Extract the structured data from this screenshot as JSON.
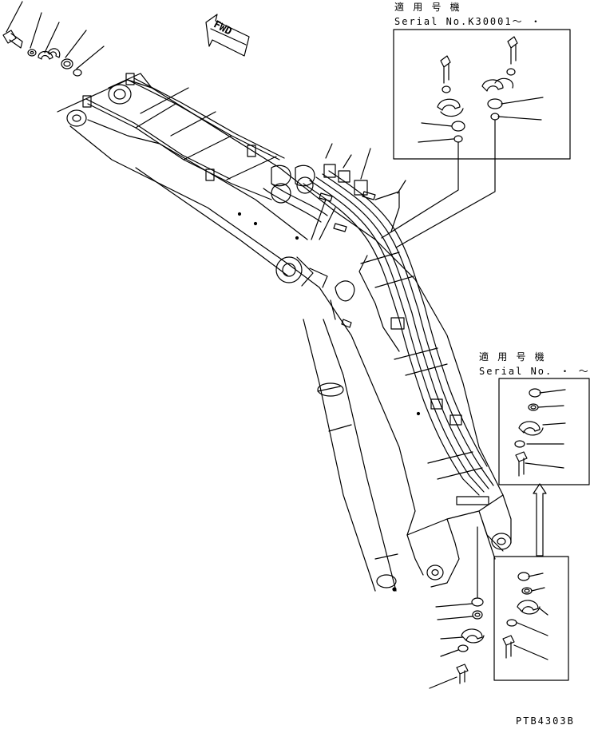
{
  "direction_arrow": {
    "label": "FWD"
  },
  "inset_serial_1": {
    "heading": "適 用 号 機",
    "serial": "Serial No.K30001～ ・"
  },
  "inset_serial_2": {
    "heading": "適 用 号 機",
    "serial": "Serial No. ・ ～"
  },
  "figure_code": "PTB4303B"
}
